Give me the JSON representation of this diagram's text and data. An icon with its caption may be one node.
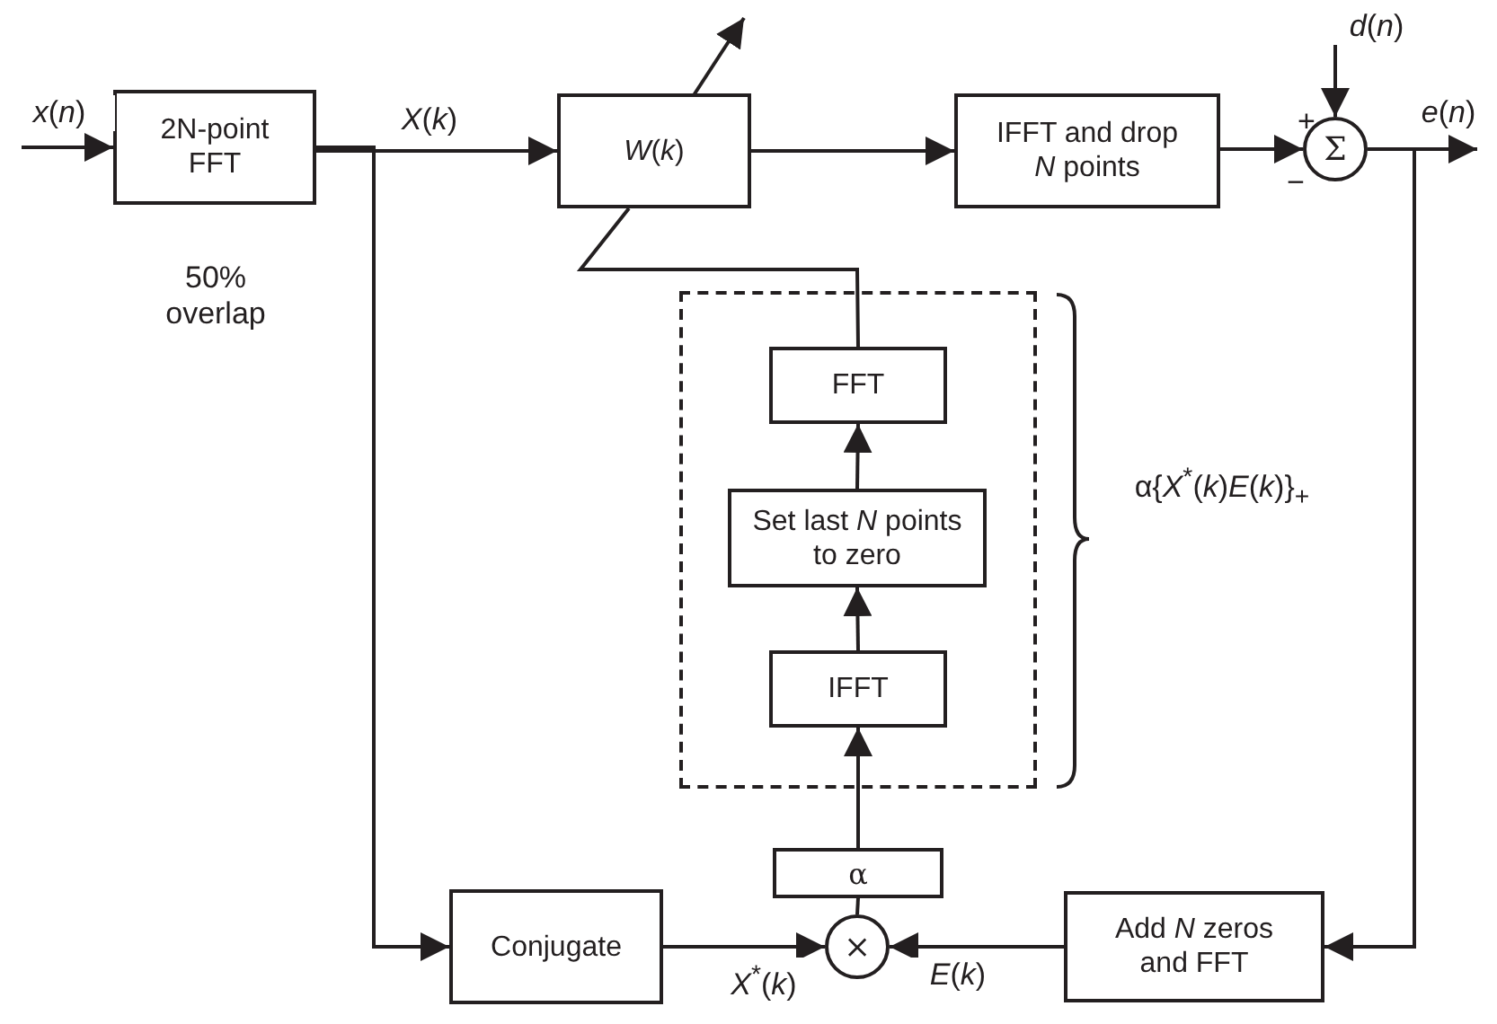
{
  "diagram": {
    "nodes": [
      {
        "text": [
          "2N-point FFT"
        ],
        "beside": [
          "50% overlap"
        ]
      },
      {
        "text": [
          "*W*(*k*)"
        ]
      },
      {
        "text": [
          "IFFT and drop *N* points"
        ]
      },
      {
        "text": [
          "Σ"
        ]
      },
      {
        "text": [],
        "shape": "box",
        "beside": [
          "α{*X*$^{*}$(*k*)*E*(*k*)}$_{+}$"
        ]
      },
      {
        "text": [
          "FFT"
        ],
        "in": 4
      },
      {
        "text": [
          "Set last *N* points to zero"
        ],
        "in": 4
      },
      {
        "text": [
          "IFFT"
        ],
        "in": 4
      },
      {
        "text": [
          "α"
        ]
      },
      {
        "text": [
          "×"
        ]
      },
      {
        "text": [
          "Conjugate"
        ]
      },
      {
        "text": [
          "Add *N* zeros and FFT"
        ]
      }
    ],
    "edges": [
      {
        "from": null,
        "to": 0,
        "arrow": "to",
        "label": "*x*(*n*)"
      },
      {
        "from": 0,
        "to": 1,
        "arrow": "to",
        "label": "*X*(*k*)"
      },
      {
        "from": 1,
        "to": 2,
        "arrow": "to"
      },
      {
        "from": 2,
        "to": 3,
        "arrow": "to"
      },
      {
        "from": null,
        "to": 3,
        "arrow": "to",
        "label": "*d*(*n*)"
      },
      {
        "from": 3,
        "to": null,
        "arrow": "to",
        "label": "*e*(*n*)"
      },
      {
        "from": 0,
        "to": 10,
        "arrow": "to"
      },
      {
        "from": 3,
        "to": 11,
        "arrow": "to"
      },
      {
        "from": 10,
        "to": 9,
        "arrow": "to",
        "label": "*X*$^{*}$(*k*)"
      },
      {
        "from": 11,
        "to": 9,
        "arrow": "to",
        "label": "*E*(*k*)"
      },
      {
        "from": 9,
        "to": 8,
        "arrow": "none"
      },
      {
        "from": 8,
        "to": 7,
        "arrow": "to"
      },
      {
        "from": 7,
        "to": 6,
        "arrow": "to"
      },
      {
        "from": 6,
        "to": 5,
        "arrow": "to"
      },
      {
        "from": 5,
        "to": 1,
        "arrow": "none"
      }
    ],
    "labels": [
      "+",
      "−"
    ]
  }
}
